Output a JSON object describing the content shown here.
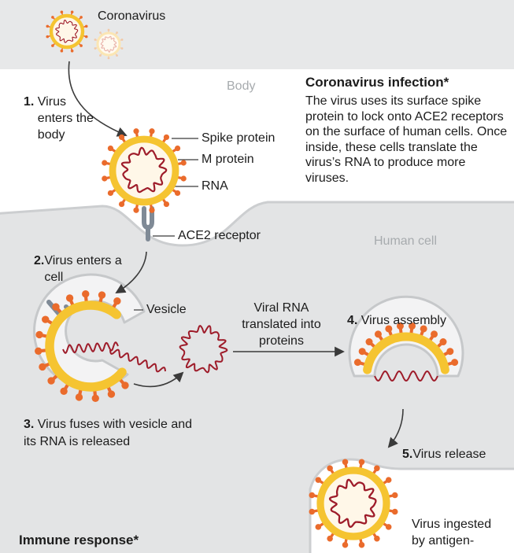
{
  "labels": {
    "coronavirus": "Coronavirus",
    "body": "Body",
    "human_cell": "Human cell",
    "spike_protein": "Spike protein",
    "m_protein": "M protein",
    "rna": "RNA",
    "ace2_receptor": "ACE2 receptor",
    "vesicle": "Vesicle",
    "viral_rna_translated": "Viral RNA translated into proteins"
  },
  "steps": [
    {
      "number": "1.",
      "text": "Virus enters the body"
    },
    {
      "number": "2.",
      "text": "Virus enters a cell"
    },
    {
      "number": "3.",
      "text": "Virus fuses with vesicle and its RNA is released"
    },
    {
      "number": "4.",
      "text": "Virus assembly"
    },
    {
      "number": "5.",
      "text": "Virus release"
    }
  ],
  "info": {
    "title": "Coronavirus infection*",
    "body": "The virus uses its surface spike protein to lock onto ACE2 receptors on the surface of human cells. Once inside, these cells translate the virus’s RNA to produce more viruses."
  },
  "footer": {
    "immune_response": "Immune response*",
    "virus_ingested": "Virus ingested by antigen-"
  },
  "colors": {
    "outside_band": "#e7e8e9",
    "cell_fill": "#e3e4e5",
    "membrane": "#c9cbcd",
    "spike": "#ea6b2c",
    "virus_ring": "#f5c431",
    "virus_inner": "#fff7e8",
    "rna": "#9e1c2a",
    "receptor": "#7f8a96",
    "arrow": "#3a3a3a"
  },
  "icons": {
    "virion": "coronavirus-particle",
    "rna": "rna-strand",
    "receptor": "ace2-receptor"
  }
}
